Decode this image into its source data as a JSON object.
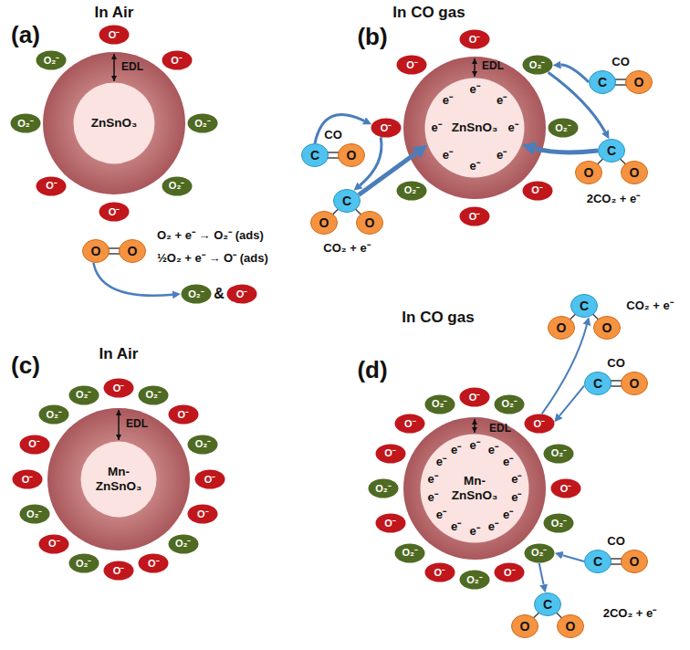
{
  "diagram": {
    "nodes": [
      {
        "text": [
          "ZnSnO₃"
        ]
      },
      {
        "text": [
          "O⁻"
        ]
      },
      {
        "text": [
          "O⁻"
        ]
      },
      {
        "text": [
          "O₂⁻"
        ]
      },
      {
        "text": [
          "O₂⁻"
        ]
      },
      {
        "text": [
          "O⁻"
        ]
      },
      {
        "text": [
          "O⁻"
        ]
      },
      {
        "text": [
          "O₂⁻"
        ]
      },
      {
        "text": [
          "O₂⁻"
        ]
      },
      {
        "text": [
          "ZnSnO₃"
        ]
      },
      {
        "text": [
          "O⁻"
        ]
      },
      {
        "text": [
          "O₂⁻"
        ]
      },
      {
        "text": [
          "O₂⁻"
        ]
      },
      {
        "text": [
          "O⁻"
        ]
      },
      {
        "text": [
          "O⁻"
        ]
      },
      {
        "text": [
          "O₂⁻"
        ]
      },
      {
        "text": [
          "O⁻"
        ]
      },
      {
        "text": [
          "O⁻"
        ]
      },
      {
        "text": [
          "C"
        ]
      },
      {
        "text": [
          "O"
        ]
      },
      {
        "text": [
          "C"
        ]
      },
      {
        "text": [
          "O"
        ]
      },
      {
        "text": [
          "O"
        ]
      },
      {
        "text": [
          "C"
        ]
      },
      {
        "text": [
          "O"
        ]
      },
      {
        "text": [
          "C"
        ]
      },
      {
        "text": [
          "O"
        ]
      },
      {
        "text": [
          "O"
        ]
      },
      {
        "text": [
          "O"
        ]
      },
      {
        "text": [
          "O"
        ]
      },
      {
        "text": [
          "O₂⁻"
        ]
      },
      {
        "text": [
          "O⁻"
        ]
      },
      {
        "text": [
          "Mn-ZnSnO₃"
        ]
      },
      {
        "text": [
          "O⁻"
        ]
      },
      {
        "text": [
          "O₂⁻"
        ]
      },
      {
        "text": [
          "O⁻"
        ]
      },
      {
        "text": [
          "O₂⁻"
        ]
      },
      {
        "text": [
          "O⁻"
        ]
      },
      {
        "text": [
          "O⁻"
        ]
      },
      {
        "text": [
          "O₂⁻"
        ]
      },
      {
        "text": [
          "O⁻"
        ]
      },
      {
        "text": [
          "O⁻"
        ]
      },
      {
        "text": [
          "O₂⁻"
        ]
      },
      {
        "text": [
          "O⁻"
        ]
      },
      {
        "text": [
          "O₂⁻"
        ]
      },
      {
        "text": [
          "O⁻"
        ]
      },
      {
        "text": [
          "O⁻"
        ]
      },
      {
        "text": [
          "O₂⁻"
        ]
      },
      {
        "text": [
          "O₂⁻"
        ]
      },
      {
        "text": [
          "Mn-ZnSnO₃"
        ]
      },
      {
        "text": [
          "O⁻"
        ]
      },
      {
        "text": [
          "O₂⁻"
        ]
      },
      {
        "text": [
          "O⁻"
        ]
      },
      {
        "text": [
          "O₂⁻"
        ]
      },
      {
        "text": [
          "O⁻"
        ]
      },
      {
        "text": [
          "O₂⁻"
        ]
      },
      {
        "text": [
          "O₂⁻"
        ]
      },
      {
        "text": [
          "O⁻"
        ]
      },
      {
        "text": [
          "O₂⁻"
        ]
      },
      {
        "text": [
          "O⁻"
        ]
      },
      {
        "text": [
          "O₂⁻"
        ]
      },
      {
        "text": [
          "O⁻"
        ]
      },
      {
        "text": [
          "O₂⁻"
        ]
      },
      {
        "text": [
          "O⁻"
        ]
      },
      {
        "text": [
          "O⁻"
        ]
      },
      {
        "text": [
          "O₂⁻"
        ]
      },
      {
        "text": [
          "C"
        ]
      },
      {
        "text": [
          "O"
        ]
      },
      {
        "text": [
          "C"
        ]
      },
      {
        "text": [
          "O"
        ]
      },
      {
        "text": [
          "O"
        ]
      },
      {
        "text": [
          "C"
        ]
      },
      {
        "text": [
          "O"
        ]
      },
      {
        "text": [
          "C"
        ]
      },
      {
        "text": [
          "O"
        ]
      },
      {
        "text": [
          "O"
        ]
      }
    ],
    "edges": [
      {
        "from": 18,
        "to": 11,
        "arrow": "to"
      },
      {
        "from": 11,
        "to": 20,
        "arrow": "to"
      },
      {
        "from": 20,
        "to": 9,
        "arrow": "to"
      },
      {
        "from": 23,
        "to": 16,
        "arrow": "to"
      },
      {
        "from": 16,
        "to": 25,
        "arrow": "to"
      },
      {
        "from": 25,
        "to": 9,
        "arrow": "to"
      },
      {
        "from": 28,
        "to": 30,
        "arrow": "to"
      },
      {
        "from": 66,
        "to": 52,
        "arrow": "to"
      },
      {
        "from": 52,
        "to": 68,
        "arrow": "to"
      },
      {
        "from": 71,
        "to": 56,
        "arrow": "to"
      },
      {
        "from": 56,
        "to": 73,
        "arrow": "to"
      }
    ],
    "labels": [
      "(a)",
      "In Air",
      "EDL",
      "(b)",
      "In CO gas",
      "EDL",
      "e⁻",
      "e⁻",
      "e⁻",
      "e⁻",
      "e⁻",
      "e⁻",
      "e⁻",
      "e⁻",
      "CO",
      "2CO₂ + e⁻",
      "CO",
      "CO₂ + e⁻",
      "O₂ + e⁻ → O₂⁻ (ads)",
      "½O₂ + e⁻ → O⁻ (ads)",
      "&",
      "(c)",
      "In Air",
      "EDL",
      "(d)",
      "In CO gas",
      "EDL",
      "e⁻",
      "e⁻",
      "e⁻",
      "e⁻",
      "e⁻",
      "e⁻",
      "e⁻",
      "e⁻",
      "e⁻",
      "e⁻",
      "e⁻",
      "e⁻",
      "e⁻",
      "e⁻",
      "CO",
      "CO₂ + e⁻",
      "CO",
      "2CO₂ + e⁻"
    ]
  }
}
